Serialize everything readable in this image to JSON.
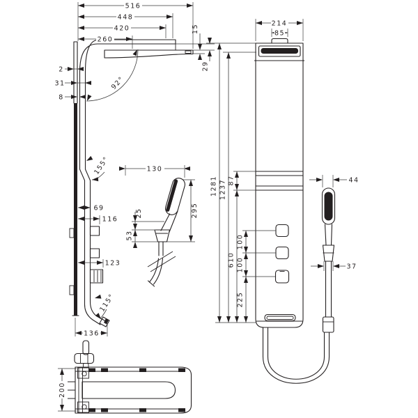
{
  "drawing": {
    "background": "#ffffff",
    "line_color": "#231f20",
    "dims": {
      "top_516": "516",
      "top_448": "448",
      "top_420": "420",
      "top_260": "260",
      "plate_15": "15",
      "gap_2": "2",
      "profile_31": "31",
      "gap_8": "8",
      "angle_92": "92°",
      "angle_155": "155°",
      "angle_115": "115°",
      "depth_69": "69",
      "depth_116": "116",
      "depth_123": "123",
      "spout_136": "136",
      "detail_130": "130",
      "detail_25": "25",
      "detail_53": "53",
      "detail_295": "295",
      "front_214": "214",
      "front_85": "85",
      "front_29": "29",
      "height_1281": "1281",
      "height_1237": "1237",
      "shelf_87": "87",
      "controls_610": "610",
      "spacing_100_upper": "100",
      "spacing_100_lower": "100",
      "bottom_225": "225",
      "hand_44": "44",
      "hand_37": "37",
      "plan_200": "200"
    }
  }
}
